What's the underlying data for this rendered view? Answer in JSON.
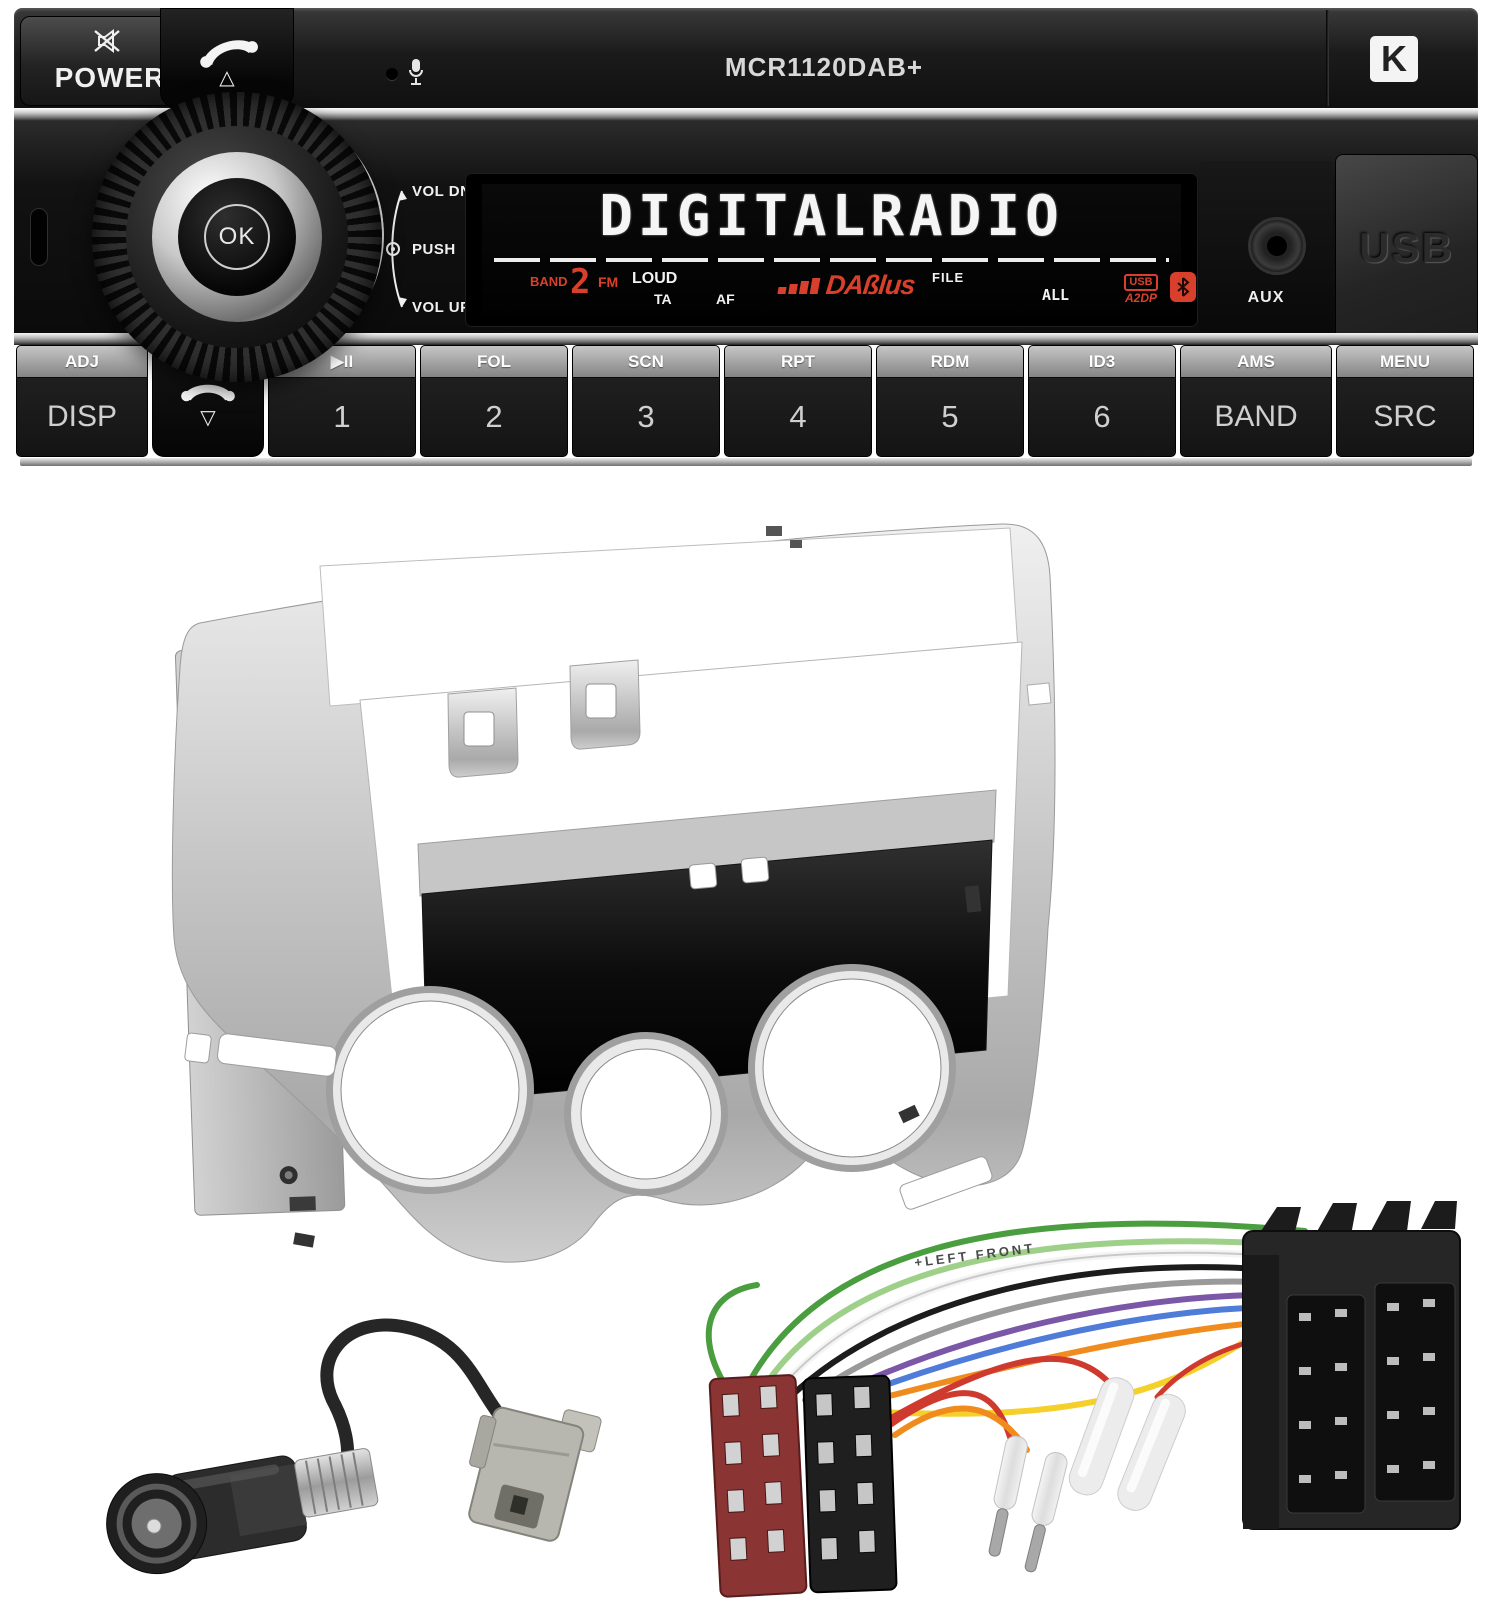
{
  "radio": {
    "model": "MCR1120DAB+",
    "brand_logo": "K",
    "power_label": "POWER",
    "knob": {
      "center_label": "OK",
      "hint_top": "VOL DN",
      "hint_mid": "PUSH",
      "hint_bottom": "VOL UP"
    },
    "display": {
      "main_text": "DIGITALRADIO",
      "band_label": "BAND",
      "preset_number": "2",
      "band_value": "FM",
      "loud": "LOUD",
      "ta": "TA",
      "af": "AF",
      "dab_logo": "DAßlus",
      "file": "FILE",
      "all": "ALL",
      "usb_badge": "USB",
      "a2dp_badge": "A2DP"
    },
    "aux_label": "AUX",
    "usb_cover_label": "USB",
    "keys": [
      {
        "top": "ADJ",
        "main": "DISP"
      },
      {
        "top": "",
        "main": ""
      },
      {
        "top": "▶II",
        "main": "1"
      },
      {
        "top": "FOL",
        "main": "2"
      },
      {
        "top": "SCN",
        "main": "3"
      },
      {
        "top": "RPT",
        "main": "4"
      },
      {
        "top": "RDM",
        "main": "5"
      },
      {
        "top": "ID3",
        "main": "6"
      },
      {
        "top": "AMS",
        "main": "BAND"
      },
      {
        "top": "MENU",
        "main": "SRC"
      }
    ]
  },
  "harness": {
    "wire_label": "+LEFT FRONT",
    "wire_colors": [
      "green",
      "light-green",
      "white",
      "black",
      "gray",
      "purple",
      "blue",
      "orange",
      "yellow",
      "red"
    ]
  },
  "colors": {
    "display_red": "#d9402c",
    "display_white": "#f5f5f5",
    "radio_black": "#141414",
    "fascia_silver": "#c9c9c9",
    "iso_maroon": "#8a3434"
  }
}
